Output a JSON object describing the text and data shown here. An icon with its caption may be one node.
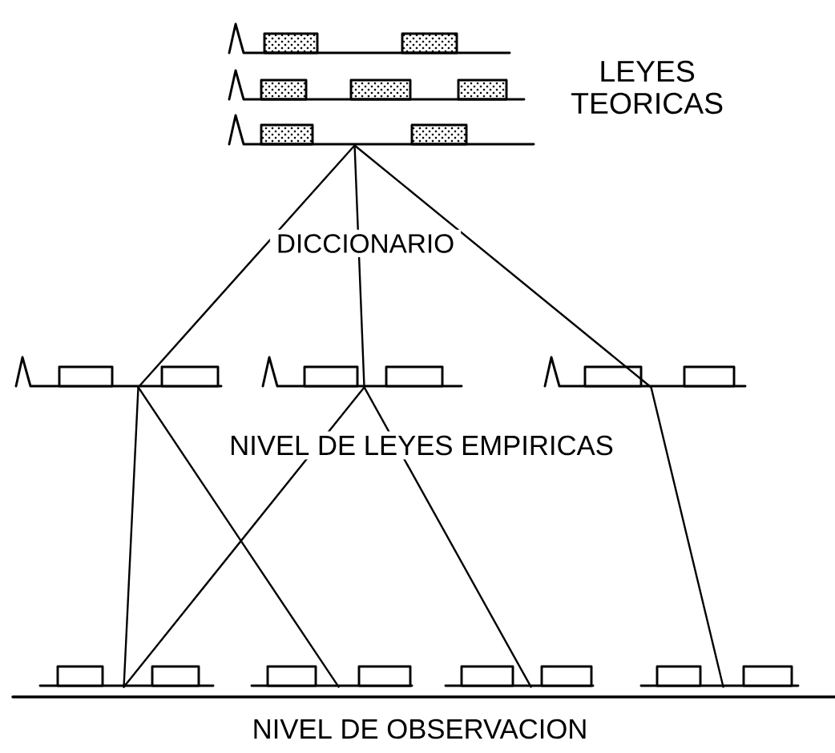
{
  "diagram": {
    "nodes": [
      {
        "text": [],
        "shape": "picture",
        "beside": [
          "LEYES TEORICAS"
        ]
      },
      {
        "text": [],
        "shape": "picture"
      },
      {
        "text": [],
        "shape": "picture"
      },
      {
        "text": [],
        "shape": "picture"
      },
      {
        "text": [],
        "shape": "picture"
      },
      {
        "text": [],
        "shape": "picture"
      },
      {
        "text": [],
        "shape": "picture"
      },
      {
        "text": [],
        "shape": "picture"
      }
    ],
    "edges": [
      {
        "from": 0,
        "to": 1,
        "arrow": "none"
      },
      {
        "from": 0,
        "to": 2,
        "arrow": "none"
      },
      {
        "from": 0,
        "to": 3,
        "arrow": "none"
      },
      {
        "from": 1,
        "to": 4,
        "arrow": "none"
      },
      {
        "from": 1,
        "to": 5,
        "arrow": "none"
      },
      {
        "from": 2,
        "to": 4,
        "arrow": "none"
      },
      {
        "from": 2,
        "to": 6,
        "arrow": "none"
      },
      {
        "from": 3,
        "to": 7,
        "arrow": "none"
      }
    ],
    "labels": [
      "DICCIONARIO",
      "NIVEL DE LEYES EMPIRICAS",
      "NIVEL DE OBSERVACION"
    ]
  }
}
